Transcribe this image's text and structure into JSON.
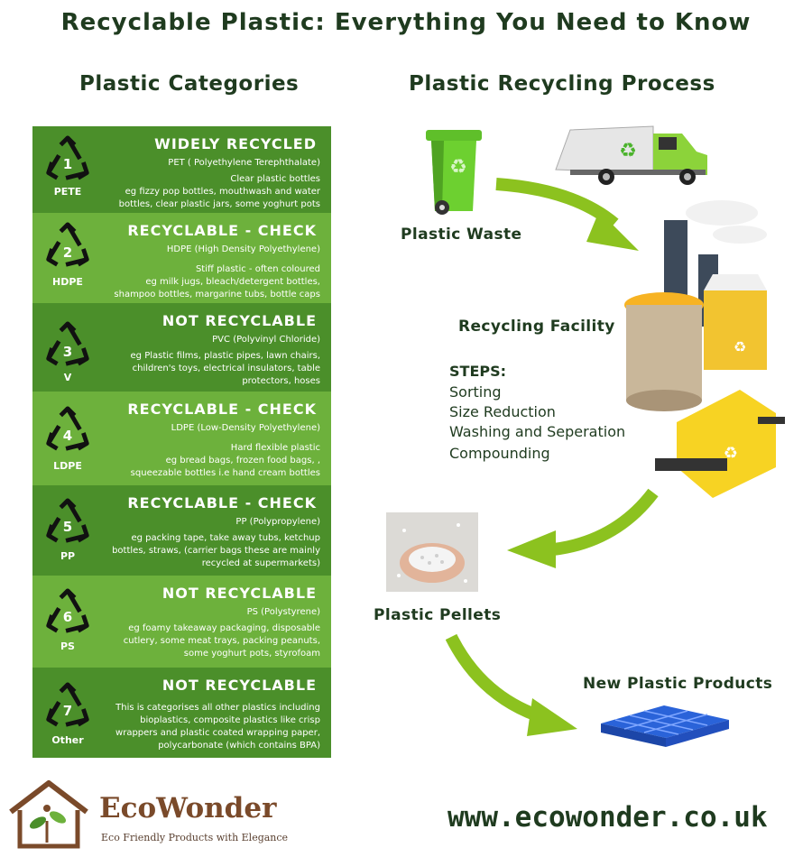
{
  "title": "Recyclable  Plastic: Everything You Need to Know",
  "left_heading": "Plastic Categories",
  "right_heading": "Plastic Recycling Process",
  "categories": [
    {
      "number": "1",
      "code": "PETE",
      "status": "WIDELY RECYCLED",
      "type": "PET ( Polyethylene Terephthalate)",
      "desc": [
        "Clear plastic bottles",
        "eg fizzy pop bottles, mouthwash and water",
        "bottles, clear plastic jars, some yoghurt pots"
      ]
    },
    {
      "number": "2",
      "code": "HDPE",
      "status": "RECYCLABLE - CHECK",
      "type": "HDPE  (High Density Polyethylene)",
      "desc": [
        "Stiff plastic  - often coloured",
        "eg milk jugs, bleach/detergent bottles,",
        "shampoo bottles, margarine tubs, bottle caps"
      ]
    },
    {
      "number": "3",
      "code": "V",
      "status": "NOT RECYCLABLE",
      "type": "PVC (Polyvinyl Chloride)",
      "desc": [
        "eg Plastic films, plastic pipes, lawn chairs,",
        "children's toys, electrical insulators, table",
        "protectors, hoses"
      ]
    },
    {
      "number": "4",
      "code": "LDPE",
      "status": "RECYCLABLE - CHECK",
      "type": "LDPE (Low-Density Polyethylene)",
      "desc": [
        "Hard flexible plastic",
        "eg bread bags, frozen food bags, ,",
        "squeezable bottles i.e hand cream bottles"
      ]
    },
    {
      "number": "5",
      "code": "PP",
      "status": "RECYCLABLE - CHECK",
      "type": "PP (Polypropylene)",
      "desc": [
        "eg packing tape, take away tubs, ketchup",
        "bottles, straws, (carrier bags these are mainly",
        "recycled at supermarkets)"
      ]
    },
    {
      "number": "6",
      "code": "PS",
      "status": "NOT RECYCLABLE",
      "type": "PS (Polystyrene)",
      "desc": [
        "eg foamy takeaway packaging, disposable",
        "cutlery, some meat trays, packing peanuts,",
        "some yoghurt pots, styrofoam"
      ]
    },
    {
      "number": "7",
      "code": "Other",
      "status": "NOT RECYCLABLE",
      "type": "",
      "desc": [
        "This is categorises all other plastics including",
        "bioplastics, composite plastics like crisp",
        "wrappers and plastic coated wrapping paper,",
        "polycarbonate (which contains BPA)"
      ]
    }
  ],
  "process": {
    "plastic_waste": "Plastic Waste",
    "recycling_facility": "Recycling Facility",
    "steps_heading": "STEPS:",
    "steps": [
      "Sorting",
      "Size Reduction",
      "Washing and Seperation",
      "Compounding"
    ],
    "plastic_pellets": "Plastic Pellets",
    "new_products": "New Plastic Products"
  },
  "footer": {
    "brand": "EcoWonder",
    "tagline": "Eco Friendly Products with Elegance",
    "website": "www.ecowonder.co.uk"
  },
  "colors": {
    "dark_green": "#4b8f2a",
    "light_green": "#6db13c",
    "arrow": "#8cc21f",
    "text": "#1f3b1f"
  },
  "icons": [
    "recycle-symbol-icon",
    "recycling-bin-icon",
    "garbage-truck-icon",
    "factory-icon",
    "pellets-photo",
    "plastic-pallet-icon",
    "house-logo-icon"
  ]
}
